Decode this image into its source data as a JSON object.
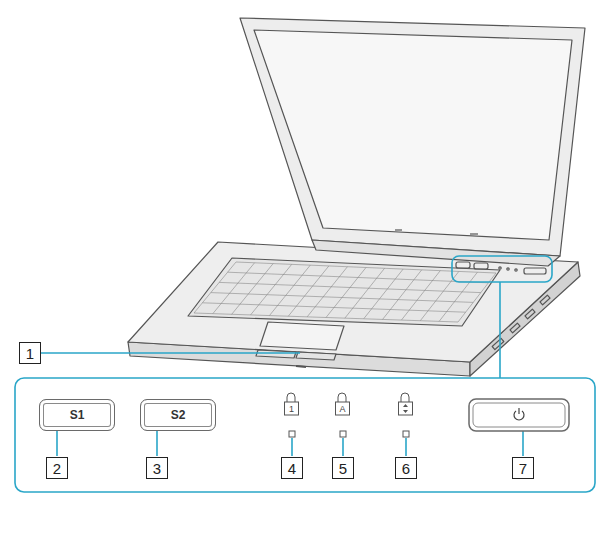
{
  "diagram": {
    "nodes": [
      {
        "text": [
          "S1"
        ]
      },
      {
        "text": [
          "S2"
        ]
      }
    ],
    "labels": [
      "1",
      "2",
      "3",
      "4",
      "5",
      "6",
      "7",
      "1",
      "A"
    ]
  }
}
